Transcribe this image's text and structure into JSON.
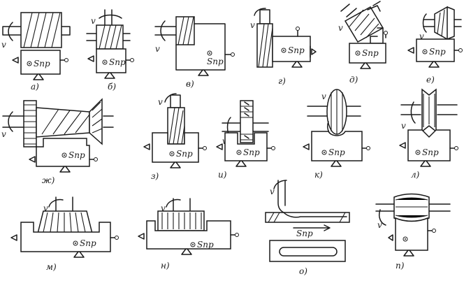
{
  "symbols": {
    "v": "v",
    "feed": "Sпр"
  },
  "panels": [
    {
      "id": "a",
      "caption": "а)"
    },
    {
      "id": "b",
      "caption": "б)"
    },
    {
      "id": "v",
      "caption": "в)"
    },
    {
      "id": "g",
      "caption": "г)"
    },
    {
      "id": "d",
      "caption": "д)"
    },
    {
      "id": "e",
      "caption": "е)"
    },
    {
      "id": "zh",
      "caption": "ж)"
    },
    {
      "id": "z",
      "caption": "з)"
    },
    {
      "id": "i",
      "caption": "и)"
    },
    {
      "id": "k",
      "caption": "к)"
    },
    {
      "id": "l",
      "caption": "л)"
    },
    {
      "id": "m",
      "caption": "м)"
    },
    {
      "id": "n",
      "caption": "н)"
    },
    {
      "id": "o",
      "caption": "о)"
    },
    {
      "id": "p",
      "caption": "п)"
    }
  ]
}
